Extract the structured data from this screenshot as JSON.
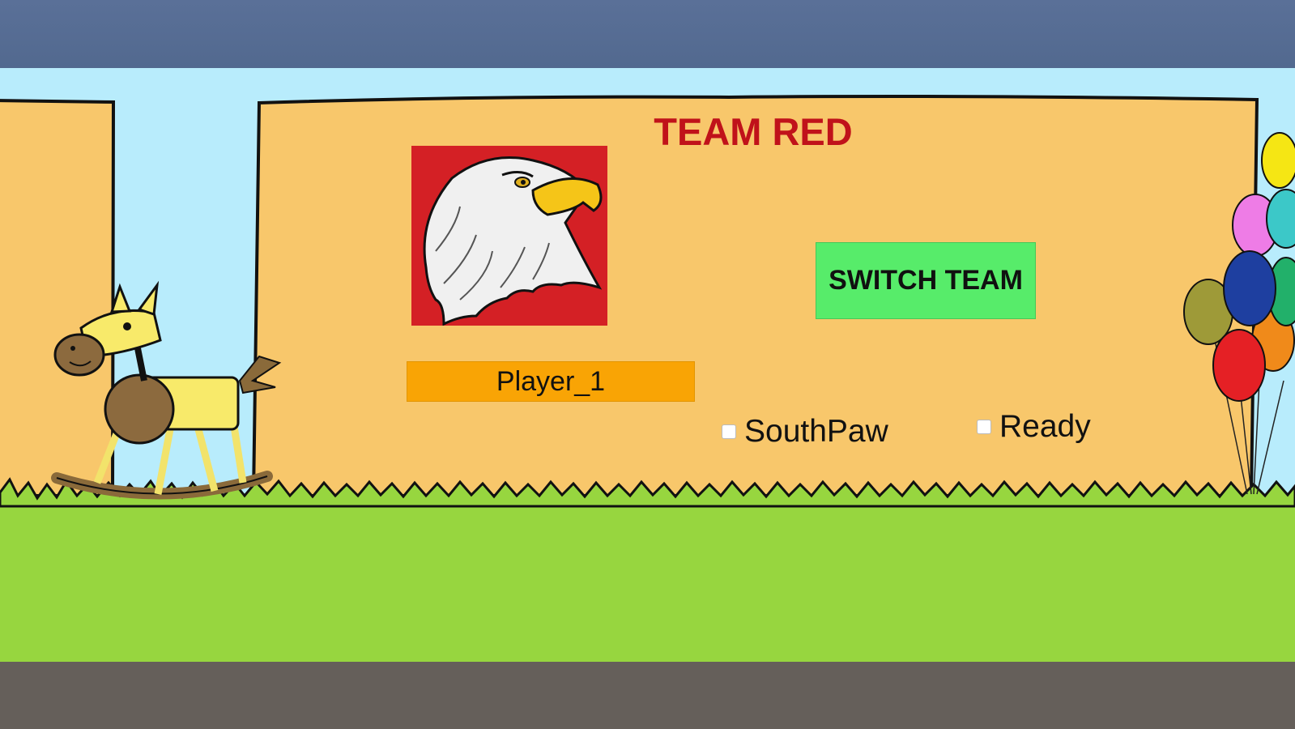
{
  "lobby": {
    "team_title": "TEAM RED",
    "team_color": "#c0121a",
    "emblem_icon": "eagle-head-icon",
    "player_name": "Player_1",
    "switch_team_label": "SWITCH TEAM",
    "options": {
      "southpaw_label": "SouthPaw",
      "southpaw_checked": false,
      "ready_label": "Ready",
      "ready_checked": false
    }
  },
  "colors": {
    "button_green": "#57ec6a",
    "name_field_orange": "#f9a405",
    "fence": "#f8c76b",
    "sky": "#b8ecfc",
    "grass": "#97d63f"
  }
}
